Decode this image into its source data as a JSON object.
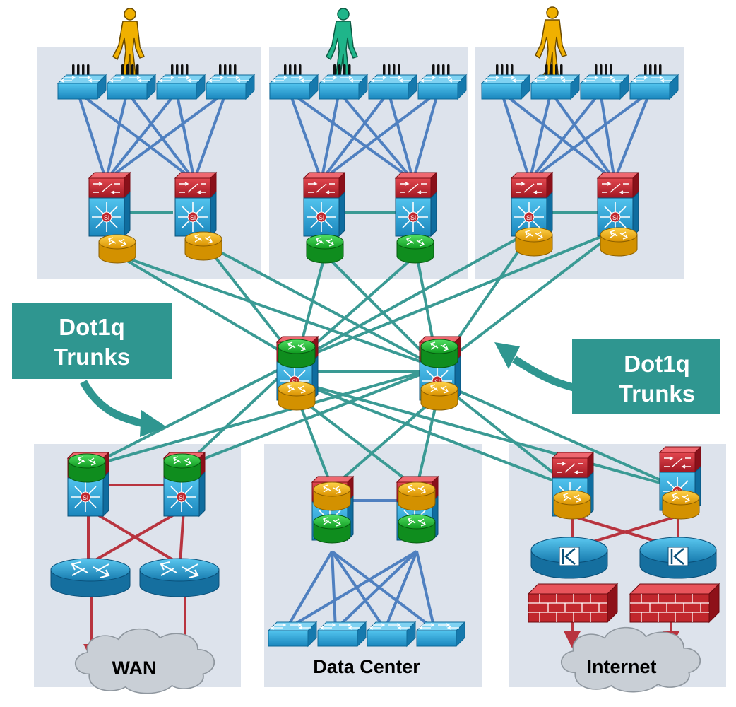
{
  "callouts": [
    {
      "line1": "Dot1q",
      "line2": "Trunks"
    },
    {
      "line1": "Dot1q",
      "line2": "Trunks"
    }
  ],
  "modules": {
    "wan": "WAN",
    "data_center": "Data Center",
    "internet": "Internet"
  },
  "colors": {
    "panel": "#dde3ec",
    "access_link": "#4f80c0",
    "trunk_link": "#3a9a94",
    "routed_link": "#b8343f",
    "callout": "#2f9690",
    "switch_blue": "#2aa6d6",
    "router_gold": "#f2b400",
    "router_green": "#21b636",
    "firewall_red": "#c1272d",
    "user_gold": "#f0b000",
    "user_green": "#1fb58a",
    "cloud": "#c9cfd6"
  }
}
